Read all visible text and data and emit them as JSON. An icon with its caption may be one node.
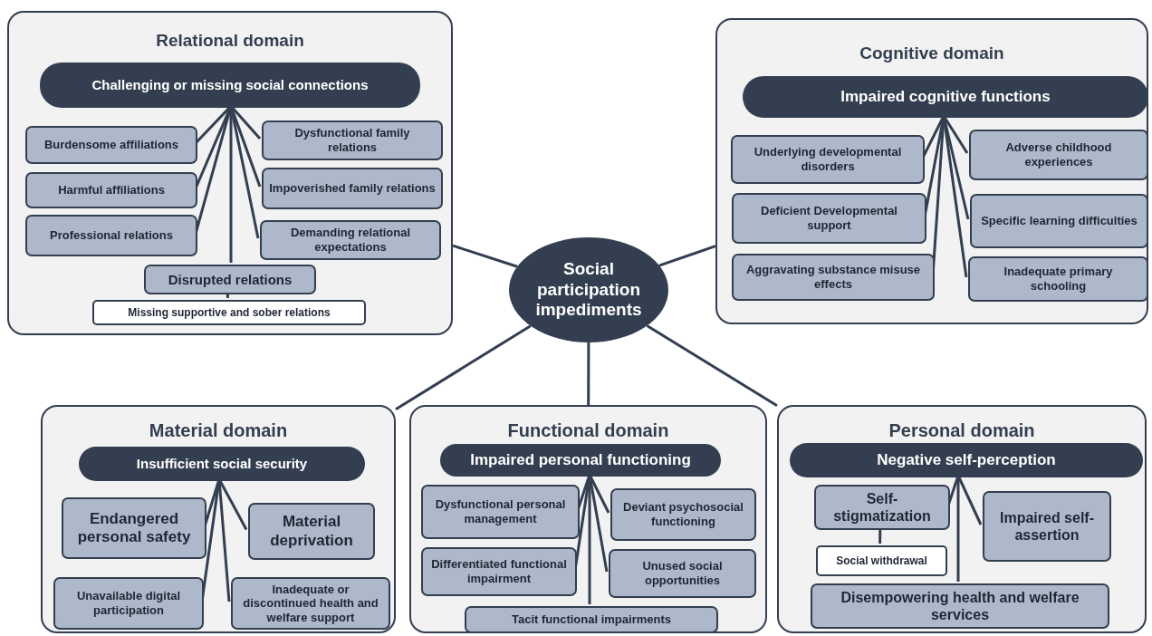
{
  "diagram": {
    "nodes": [
      {
        "text": [
          "Social participation impediments"
        ]
      },
      {
        "text": [
          "Relational domain"
        ]
      },
      {
        "text": [
          "Challenging or missing social connections"
        ],
        "in": 1
      },
      {
        "text": [
          "Burdensome affiliations"
        ],
        "in": 1
      },
      {
        "text": [
          "Dysfunctional family relations"
        ],
        "in": 1
      },
      {
        "text": [
          "Harmful affiliations"
        ],
        "in": 1
      },
      {
        "text": [
          "Impoverished family relations"
        ],
        "in": 1
      },
      {
        "text": [
          "Professional relations"
        ],
        "in": 1
      },
      {
        "text": [
          "Demanding relational expectations"
        ],
        "in": 1
      },
      {
        "text": [
          "Disrupted relations"
        ],
        "in": 1
      },
      {
        "text": [
          "Missing supportive and sober relations"
        ],
        "in": 1
      },
      {
        "text": [
          "Cognitive domain"
        ]
      },
      {
        "text": [
          "Impaired cognitive functions"
        ],
        "in": 11
      },
      {
        "text": [
          "Underlying developmental disorders"
        ],
        "in": 11
      },
      {
        "text": [
          "Adverse childhood experiences"
        ],
        "in": 11
      },
      {
        "text": [
          "Deficient Developmental support"
        ],
        "in": 11
      },
      {
        "text": [
          "Specific learning difficulties"
        ],
        "in": 11
      },
      {
        "text": [
          "Aggravating substance misuse effects"
        ],
        "in": 11
      },
      {
        "text": [
          "Inadequate primary schooling"
        ],
        "in": 11
      },
      {
        "text": [
          "Material domain"
        ]
      },
      {
        "text": [
          "Insufficient social security"
        ],
        "in": 19
      },
      {
        "text": [
          "Endangered personal safety"
        ],
        "in": 19
      },
      {
        "text": [
          "Material deprivation"
        ],
        "in": 19
      },
      {
        "text": [
          "Unavailable digital participation"
        ],
        "in": 19
      },
      {
        "text": [
          "Inadequate or discontinued health and welfare support"
        ],
        "in": 19
      },
      {
        "text": [
          "Functional domain"
        ]
      },
      {
        "text": [
          "Impaired personal functioning"
        ],
        "in": 25
      },
      {
        "text": [
          "Dysfunctional personal management"
        ],
        "in": 25
      },
      {
        "text": [
          "Deviant psychosocial functioning"
        ],
        "in": 25
      },
      {
        "text": [
          "Differentiated functional impairment"
        ],
        "in": 25
      },
      {
        "text": [
          "Unused social opportunities"
        ],
        "in": 25
      },
      {
        "text": [
          "Tacit functional impairments"
        ],
        "in": 25
      },
      {
        "text": [
          "Personal domain"
        ]
      },
      {
        "text": [
          "Negative self-perception"
        ],
        "in": 32
      },
      {
        "text": [
          "Self-stigmatization"
        ],
        "in": 32
      },
      {
        "text": [
          "Impaired self-assertion"
        ],
        "in": 32
      },
      {
        "text": [
          "Social withdrawal"
        ],
        "in": 32
      },
      {
        "text": [
          "Disempowering health and welfare services"
        ],
        "in": 32
      }
    ],
    "edges": [
      {
        "from": 0,
        "to": 1,
        "arrow": "none"
      },
      {
        "from": 0,
        "to": 11,
        "arrow": "none"
      },
      {
        "from": 0,
        "to": 19,
        "arrow": "none"
      },
      {
        "from": 0,
        "to": 25,
        "arrow": "none"
      },
      {
        "from": 0,
        "to": 32,
        "arrow": "none"
      },
      {
        "from": 2,
        "to": 3,
        "arrow": "none"
      },
      {
        "from": 2,
        "to": 4,
        "arrow": "none"
      },
      {
        "from": 2,
        "to": 5,
        "arrow": "none"
      },
      {
        "from": 2,
        "to": 6,
        "arrow": "none"
      },
      {
        "from": 2,
        "to": 7,
        "arrow": "none"
      },
      {
        "from": 2,
        "to": 8,
        "arrow": "none"
      },
      {
        "from": 2,
        "to": 9,
        "arrow": "none"
      },
      {
        "from": 9,
        "to": 10,
        "arrow": "none"
      },
      {
        "from": 12,
        "to": 13,
        "arrow": "none"
      },
      {
        "from": 12,
        "to": 14,
        "arrow": "none"
      },
      {
        "from": 12,
        "to": 15,
        "arrow": "none"
      },
      {
        "from": 12,
        "to": 16,
        "arrow": "none"
      },
      {
        "from": 12,
        "to": 17,
        "arrow": "none"
      },
      {
        "from": 12,
        "to": 18,
        "arrow": "none"
      },
      {
        "from": 20,
        "to": 21,
        "arrow": "none"
      },
      {
        "from": 20,
        "to": 22,
        "arrow": "none"
      },
      {
        "from": 20,
        "to": 23,
        "arrow": "none"
      },
      {
        "from": 20,
        "to": 24,
        "arrow": "none"
      },
      {
        "from": 26,
        "to": 27,
        "arrow": "none"
      },
      {
        "from": 26,
        "to": 28,
        "arrow": "none"
      },
      {
        "from": 26,
        "to": 29,
        "arrow": "none"
      },
      {
        "from": 26,
        "to": 30,
        "arrow": "none"
      },
      {
        "from": 26,
        "to": 31,
        "arrow": "none"
      },
      {
        "from": 33,
        "to": 34,
        "arrow": "none"
      },
      {
        "from": 33,
        "to": 35,
        "arrow": "none"
      },
      {
        "from": 33,
        "to": 37,
        "arrow": "none"
      },
      {
        "from": 34,
        "to": 36,
        "arrow": "none"
      }
    ]
  }
}
